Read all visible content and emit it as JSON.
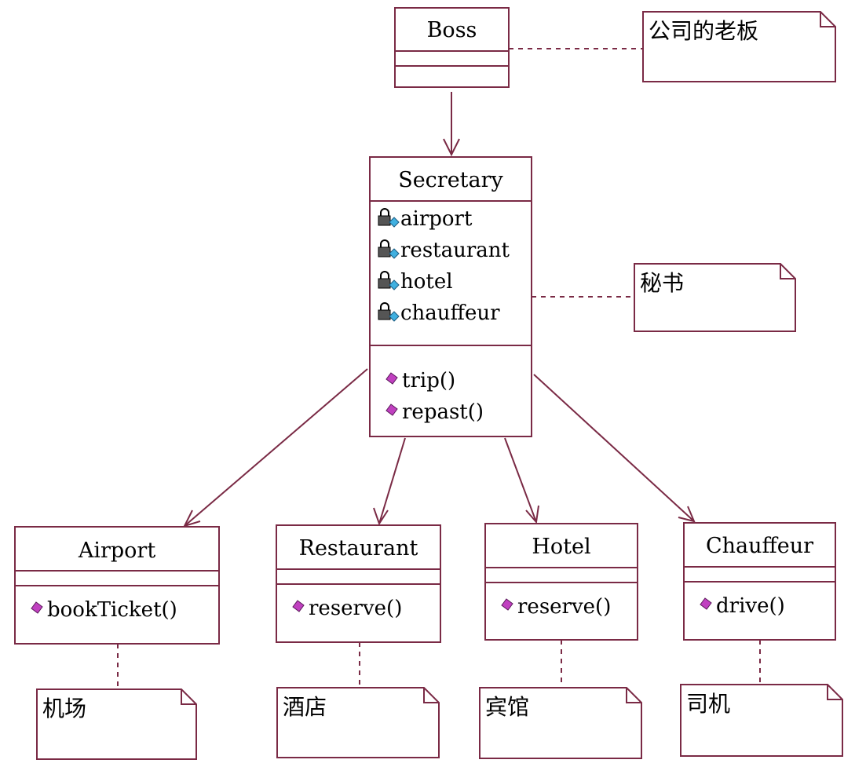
{
  "classes": {
    "boss": {
      "name": "Boss"
    },
    "secretary": {
      "name": "Secretary",
      "attributes": [
        "airport",
        "restaurant",
        "hotel",
        "chauffeur"
      ],
      "operations": [
        "trip()",
        "repast()"
      ]
    },
    "airport": {
      "name": "Airport",
      "operations": [
        "bookTicket()"
      ]
    },
    "restaurant": {
      "name": "Restaurant",
      "operations": [
        "reserve()"
      ]
    },
    "hotel": {
      "name": "Hotel",
      "operations": [
        "reserve()"
      ]
    },
    "chauffeur": {
      "name": "Chauffeur",
      "operations": [
        "drive()"
      ]
    }
  },
  "notes": {
    "boss": "公司的老板",
    "secretary": "秘书",
    "airport": "机场",
    "restaurant": "酒店",
    "hotel": "宾馆",
    "chauffeur": "司机"
  },
  "colors": {
    "line": "#7a2a45",
    "operation_icon": "#c040c0",
    "attribute_icon": "#40b0e0",
    "lock_icon": "#555555"
  },
  "icons": {
    "attribute": "private-attribute-lock-icon",
    "operation": "public-operation-diamond-icon"
  }
}
